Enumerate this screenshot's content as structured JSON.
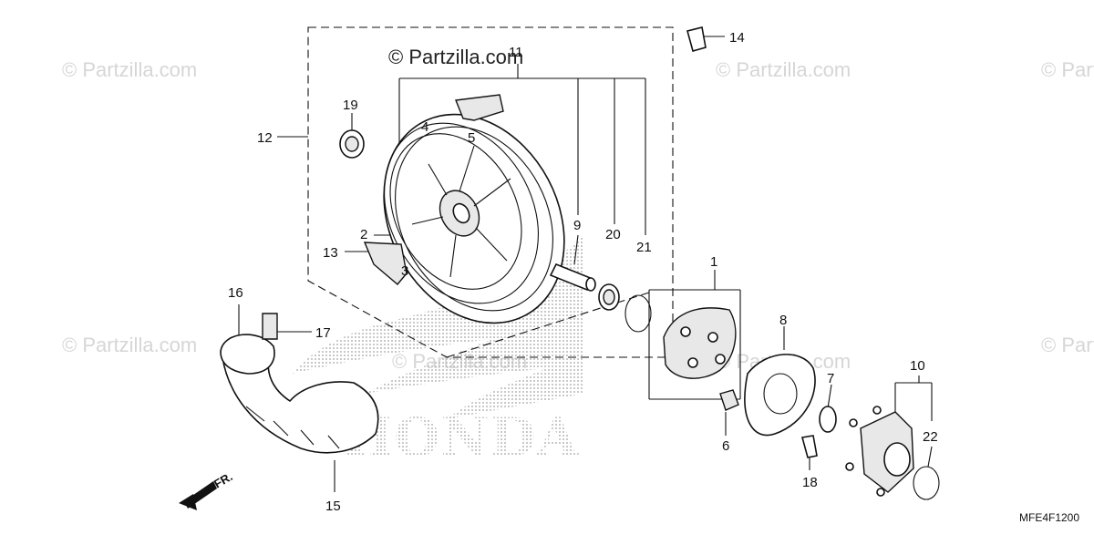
{
  "watermarks": {
    "main": "© Partzilla.com",
    "faint": "© Partzilla.com",
    "brand": "HONDA"
  },
  "diagram_code": "MFE4F1200",
  "direction_label": "FR.",
  "callouts": {
    "p1": "1",
    "p2": "2",
    "p3": "3",
    "p4": "4",
    "p5": "5",
    "p6": "6",
    "p7": "7",
    "p8": "8",
    "p9": "9",
    "p10": "10",
    "p11": "11",
    "p12": "12",
    "p13": "13",
    "p14": "14",
    "p15": "15",
    "p16": "16",
    "p17": "17",
    "p18": "18",
    "p19": "19",
    "p20": "20",
    "p21": "21",
    "p22": "22"
  },
  "colors": {
    "line": "#111111",
    "watermark": "#d6d6d6",
    "logo_dots": "#b8b8b8"
  }
}
